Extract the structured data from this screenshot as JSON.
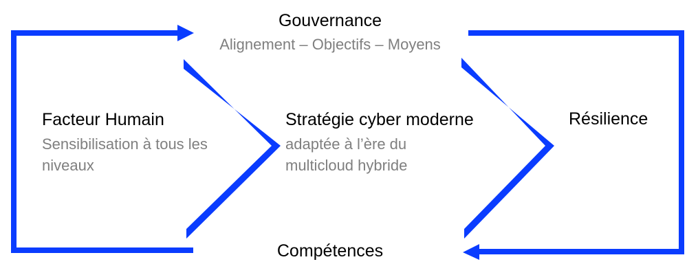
{
  "colors": {
    "accent_blue": "#0a3cff",
    "title_text": "#000000",
    "subtitle_text": "#7f7f7f",
    "background": "#ffffff"
  },
  "top": {
    "title": "Gouvernance",
    "subtitle": "Alignement – Objectifs – Moyens"
  },
  "left": {
    "title": "Facteur Humain",
    "subtitle_line1": "Sensibilisation à tous les",
    "subtitle_line2": "niveaux"
  },
  "center": {
    "title": "Stratégie cyber moderne",
    "subtitle_line1": "adaptée à l’ère du",
    "subtitle_line2": "multicloud hybride"
  },
  "right": {
    "title": "Résilience"
  },
  "bottom": {
    "title": "Compétences"
  },
  "connectors": {
    "left_bracket_arrow": "arrow pointing right toward Gouvernance",
    "right_bracket_arrow": "arrow pointing left toward Compétences",
    "left_chevron": "chevron pointing right",
    "right_chevron": "chevron pointing right"
  }
}
